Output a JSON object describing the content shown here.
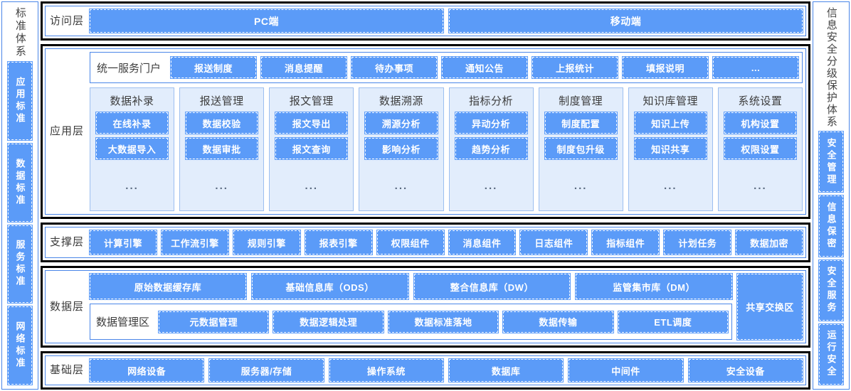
{
  "left_rail": {
    "title": "标准体系",
    "chips": [
      "应用标准",
      "数据标准",
      "服务标准",
      "网络标准"
    ]
  },
  "right_rail": {
    "title": "信息安全分级保护体系",
    "chips": [
      "安全管理",
      "信息保密",
      "安全服务",
      "运行安全"
    ]
  },
  "layers": {
    "access": {
      "label": "访问层",
      "items": [
        "PC端",
        "移动端"
      ]
    },
    "application": {
      "label": "应用层",
      "portal": {
        "label": "统一服务门户",
        "items": [
          "报送制度",
          "消息提醒",
          "待办事项",
          "通知公告",
          "上报统计",
          "填报说明",
          "..."
        ]
      },
      "more_glyph": "...",
      "modules": [
        {
          "title": "数据补录",
          "items": [
            "在线补录",
            "大数据导入"
          ]
        },
        {
          "title": "报送管理",
          "items": [
            "数据校验",
            "数据审批"
          ]
        },
        {
          "title": "报文管理",
          "items": [
            "报文导出",
            "报文查询"
          ]
        },
        {
          "title": "数据溯源",
          "items": [
            "溯源分析",
            "影响分析"
          ]
        },
        {
          "title": "指标分析",
          "items": [
            "异动分析",
            "趋势分析"
          ]
        },
        {
          "title": "制度管理",
          "items": [
            "制度配置",
            "制度包升级"
          ]
        },
        {
          "title": "知识库管理",
          "items": [
            "知识上传",
            "知识共享"
          ]
        },
        {
          "title": "系统设置",
          "items": [
            "机构设置",
            "权限设置"
          ]
        }
      ]
    },
    "support": {
      "label": "支撑层",
      "items": [
        "计算引擎",
        "工作流引擎",
        "规则引擎",
        "报表引擎",
        "权限组件",
        "消息组件",
        "日志组件",
        "指标组件",
        "计划任务",
        "数据加密"
      ]
    },
    "data": {
      "label": "数据层",
      "stores": [
        "原始数据缓存库",
        "基础信息库（ODS）",
        "整合信息库（DW）",
        "监管集市库（DM）"
      ],
      "zone_label": "数据管理区",
      "zone_items": [
        "元数据管理",
        "数据逻辑处理",
        "数据标准落地",
        "数据传输",
        "ETL调度"
      ],
      "shared_exchange": "共享交换区"
    },
    "infrastructure": {
      "label": "基础层",
      "items": [
        "网络设备",
        "服务器/存储",
        "操作系统",
        "数据库",
        "中间件",
        "安全设备"
      ]
    }
  },
  "colors": {
    "pill_blue": "#5b9bf8",
    "module_bg": "#e2edfc",
    "border_blue": "#4a86e8",
    "layer_border": "#000000",
    "text_dark": "#3c3c3c"
  }
}
